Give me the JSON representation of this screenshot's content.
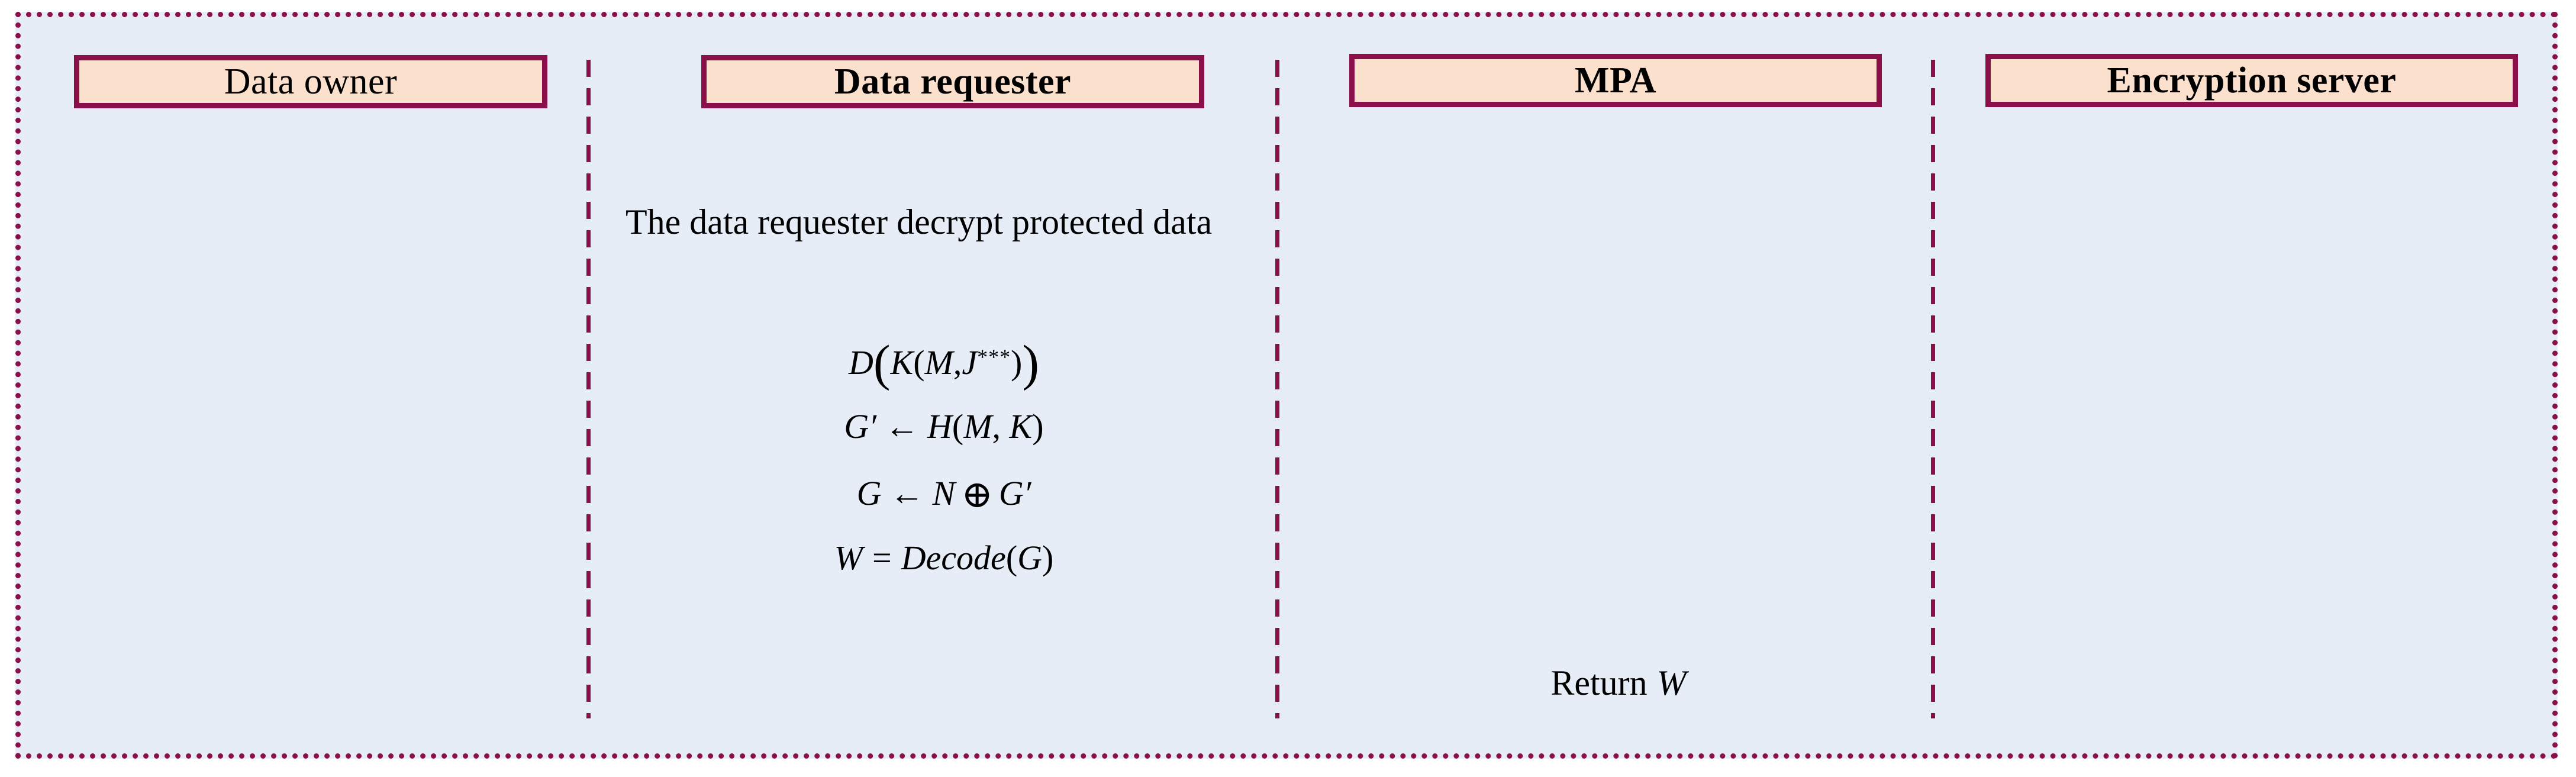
{
  "diagram": {
    "type": "swimlane-sequence",
    "colors": {
      "frame_border": "#8B1049",
      "lane_background": "#E6EDF7",
      "actor_fill": "#FBE0CE",
      "actor_border": "#8B1049",
      "text": "#000000"
    },
    "lanes": [
      {
        "id": "data-owner",
        "actor_label": "Data owner",
        "bold": false,
        "content": []
      },
      {
        "id": "data-requester",
        "actor_label": "Data requester",
        "bold": true,
        "description": "The data requester decrypt protected data",
        "formulas": [
          {
            "id": "formula-decrypt",
            "plain": "D(K(M,J***))",
            "parts": [
              {
                "t": "D",
                "k": "var"
              },
              {
                "t": "(",
                "k": "bigparen"
              },
              {
                "t": "K",
                "k": "var"
              },
              {
                "t": "(",
                "k": "paren"
              },
              {
                "t": "M",
                "k": "var"
              },
              {
                "t": ",",
                "k": "punct"
              },
              {
                "t": "J",
                "k": "var"
              },
              {
                "t": "***",
                "k": "sup"
              },
              {
                "t": ")",
                "k": "paren"
              },
              {
                "t": ")",
                "k": "bigparen"
              }
            ]
          },
          {
            "id": "formula-hash",
            "plain": "G' ← H(M, K)",
            "parts": [
              {
                "t": "G′",
                "k": "var"
              },
              {
                "t": "←",
                "k": "arrow"
              },
              {
                "t": "H",
                "k": "var"
              },
              {
                "t": "(",
                "k": "paren"
              },
              {
                "t": "M",
                "k": "var"
              },
              {
                "t": ", ",
                "k": "punct"
              },
              {
                "t": "K",
                "k": "var"
              },
              {
                "t": ")",
                "k": "paren"
              }
            ]
          },
          {
            "id": "formula-xor",
            "plain": "G ← N ⊕ G'",
            "parts": [
              {
                "t": "G",
                "k": "var"
              },
              {
                "t": "←",
                "k": "arrow"
              },
              {
                "t": "N",
                "k": "var"
              },
              {
                "t": "⊕",
                "k": "xor"
              },
              {
                "t": "G′",
                "k": "var"
              }
            ]
          },
          {
            "id": "formula-decode",
            "plain": "W = Decode(G)",
            "parts": [
              {
                "t": "W",
                "k": "var"
              },
              {
                "t": "=",
                "k": "eq"
              },
              {
                "t": "Decode",
                "k": "var"
              },
              {
                "t": "(",
                "k": "paren"
              },
              {
                "t": "G",
                "k": "var"
              },
              {
                "t": ")",
                "k": "paren"
              }
            ]
          }
        ]
      },
      {
        "id": "mpa",
        "actor_label": "MPA",
        "bold": true,
        "return_prefix": "Return",
        "return_value": "W"
      },
      {
        "id": "encryption-server",
        "actor_label": "Encryption server",
        "bold": true,
        "content": []
      }
    ]
  }
}
